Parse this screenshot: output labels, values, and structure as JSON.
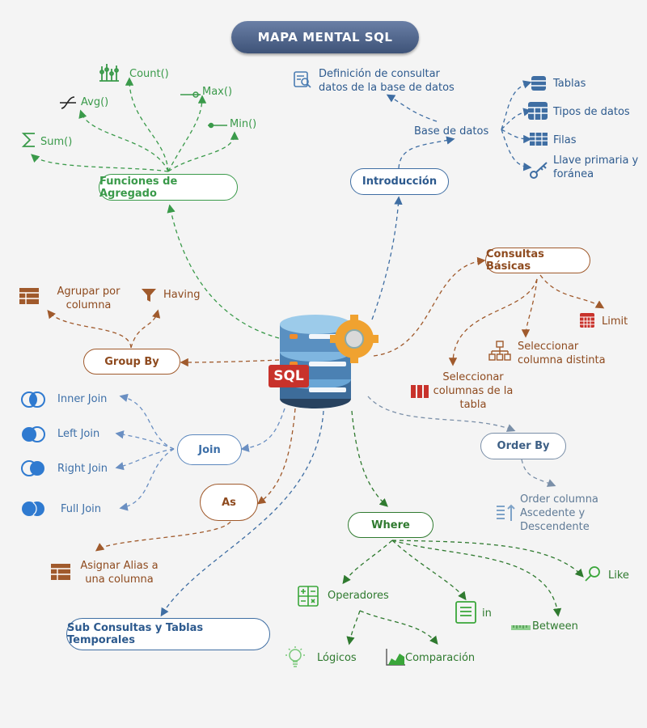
{
  "title": "MAPA MENTAL SQL",
  "center_label": "SQL",
  "colors": {
    "title_bg": "#4b5f86",
    "green": "#3a9a4a",
    "blue": "#2d5a8e",
    "brown": "#8e4a1e",
    "join_blue": "#3d6fa8",
    "where_green": "#2f7a2f"
  },
  "branches": {
    "funciones": {
      "label": "Funciones de Agregado",
      "items": [
        {
          "label": "Count()",
          "icon": "bar-chart-icon"
        },
        {
          "label": "Avg()",
          "icon": "curve-icon"
        },
        {
          "label": "Max()",
          "icon": "slider-max-icon"
        },
        {
          "label": "Min()",
          "icon": "slider-min-icon"
        },
        {
          "label": "Sum()",
          "icon": "sigma-icon"
        }
      ]
    },
    "introduccion": {
      "label": "Introducción",
      "definicion": "Definición de consultar datos de la base de datos",
      "base_de_datos": "Base de datos",
      "items": [
        {
          "label": "Tablas",
          "icon": "database-icon"
        },
        {
          "label": "Tipos de datos",
          "icon": "table-icon"
        },
        {
          "label": "Filas",
          "icon": "rows-icon"
        },
        {
          "label": "Llave primaria y foránea",
          "icon": "key-icon"
        }
      ]
    },
    "consultas": {
      "label": "Consultas Básicas",
      "items": [
        {
          "label": "Limit",
          "icon": "calendar-grid-icon"
        },
        {
          "label": "Seleccionar columna distinta",
          "icon": "hierarchy-icon"
        },
        {
          "label": "Seleccionar columnas de la tabla",
          "icon": "columns-icon"
        }
      ]
    },
    "group_by": {
      "label": "Group By",
      "items": [
        {
          "label": "Agrupar por columna",
          "icon": "table-icon"
        },
        {
          "label": "Having",
          "icon": "filter-icon"
        }
      ]
    },
    "join": {
      "label": "Join",
      "items": [
        {
          "label": "Inner Join",
          "icon": "venn-inner-icon"
        },
        {
          "label": "Left Join",
          "icon": "venn-left-icon"
        },
        {
          "label": "Right Join",
          "icon": "venn-right-icon"
        },
        {
          "label": "Full Join",
          "icon": "venn-full-icon"
        }
      ]
    },
    "as": {
      "label": "As",
      "items": [
        {
          "label": "Asignar Alias a una columna",
          "icon": "table-icon"
        }
      ]
    },
    "order_by": {
      "label": "Order By",
      "items": [
        {
          "label": "Order columna Ascedente y Descendente",
          "icon": "sort-icon"
        }
      ]
    },
    "where": {
      "label": "Where",
      "operadores": "Operadores",
      "logicos": "Lógicos",
      "comparacion": "Comparación",
      "like": "Like",
      "in": "in",
      "between": "Between"
    },
    "subconsultas": {
      "label": "Sub Consultas y Tablas Temporales"
    }
  }
}
